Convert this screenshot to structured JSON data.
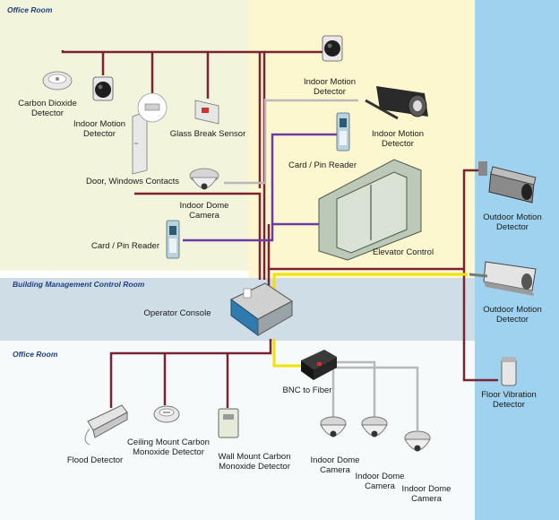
{
  "zones": {
    "office_top": "Office Room",
    "control_room": "Building Management Control Room",
    "office_bottom": "Office Room"
  },
  "devices": {
    "co2_detector": [
      "Carbon Dioxide",
      "Detector"
    ],
    "indoor_motion_1": [
      "Indoor Motion",
      "Detector"
    ],
    "glass_break": [
      "Glass Break Sensor"
    ],
    "door_contacts": [
      "Door, Windows Contacts"
    ],
    "indoor_dome_1": [
      "Indoor Dome",
      "Camera"
    ],
    "card_reader_left": [
      "Card / Pin Reader"
    ],
    "indoor_motion_2": [
      "Indoor Motion",
      "Detector"
    ],
    "indoor_motion_3": [
      "Indoor Motion",
      "Detector"
    ],
    "card_reader_right": [
      "Card / Pin Reader"
    ],
    "elevator_control": [
      "Elevator Control"
    ],
    "operator_console": [
      "Operator Console"
    ],
    "outdoor_motion_1": [
      "Outdoor Motion",
      "Detector"
    ],
    "outdoor_motion_2": [
      "Outdoor Motion",
      "Detector"
    ],
    "floor_vibration": [
      "Floor Vibration",
      "Detector"
    ],
    "bnc_to_fiber": [
      "BNC to Fiber"
    ],
    "flood_detector": [
      "Flood Detector"
    ],
    "ceiling_co_detector": [
      "Ceiling Mount Carbon",
      "Monoxide Detector"
    ],
    "wall_co_detector": [
      "Wall Mount Carbon",
      "Monoxide Detector"
    ],
    "indoor_dome_2": [
      "Indoor Dome",
      "Camera"
    ],
    "indoor_dome_3": [
      "Indoor Dome",
      "Camera"
    ],
    "indoor_dome_4": [
      "Indoor Dome",
      "Camera"
    ]
  },
  "colors": {
    "office_left_bg": "#f2f5dc",
    "office_right_bg": "#fdf7d0",
    "control_bg": "#cfdde6",
    "outdoor_bg": "#9fd2ee",
    "office_bottom_bg": "#f7fafa",
    "wire_sensor": "#7a2333",
    "wire_access": "#6a3aa8",
    "wire_video": "#b8b8b8",
    "wire_fiber": "#f2e200"
  }
}
